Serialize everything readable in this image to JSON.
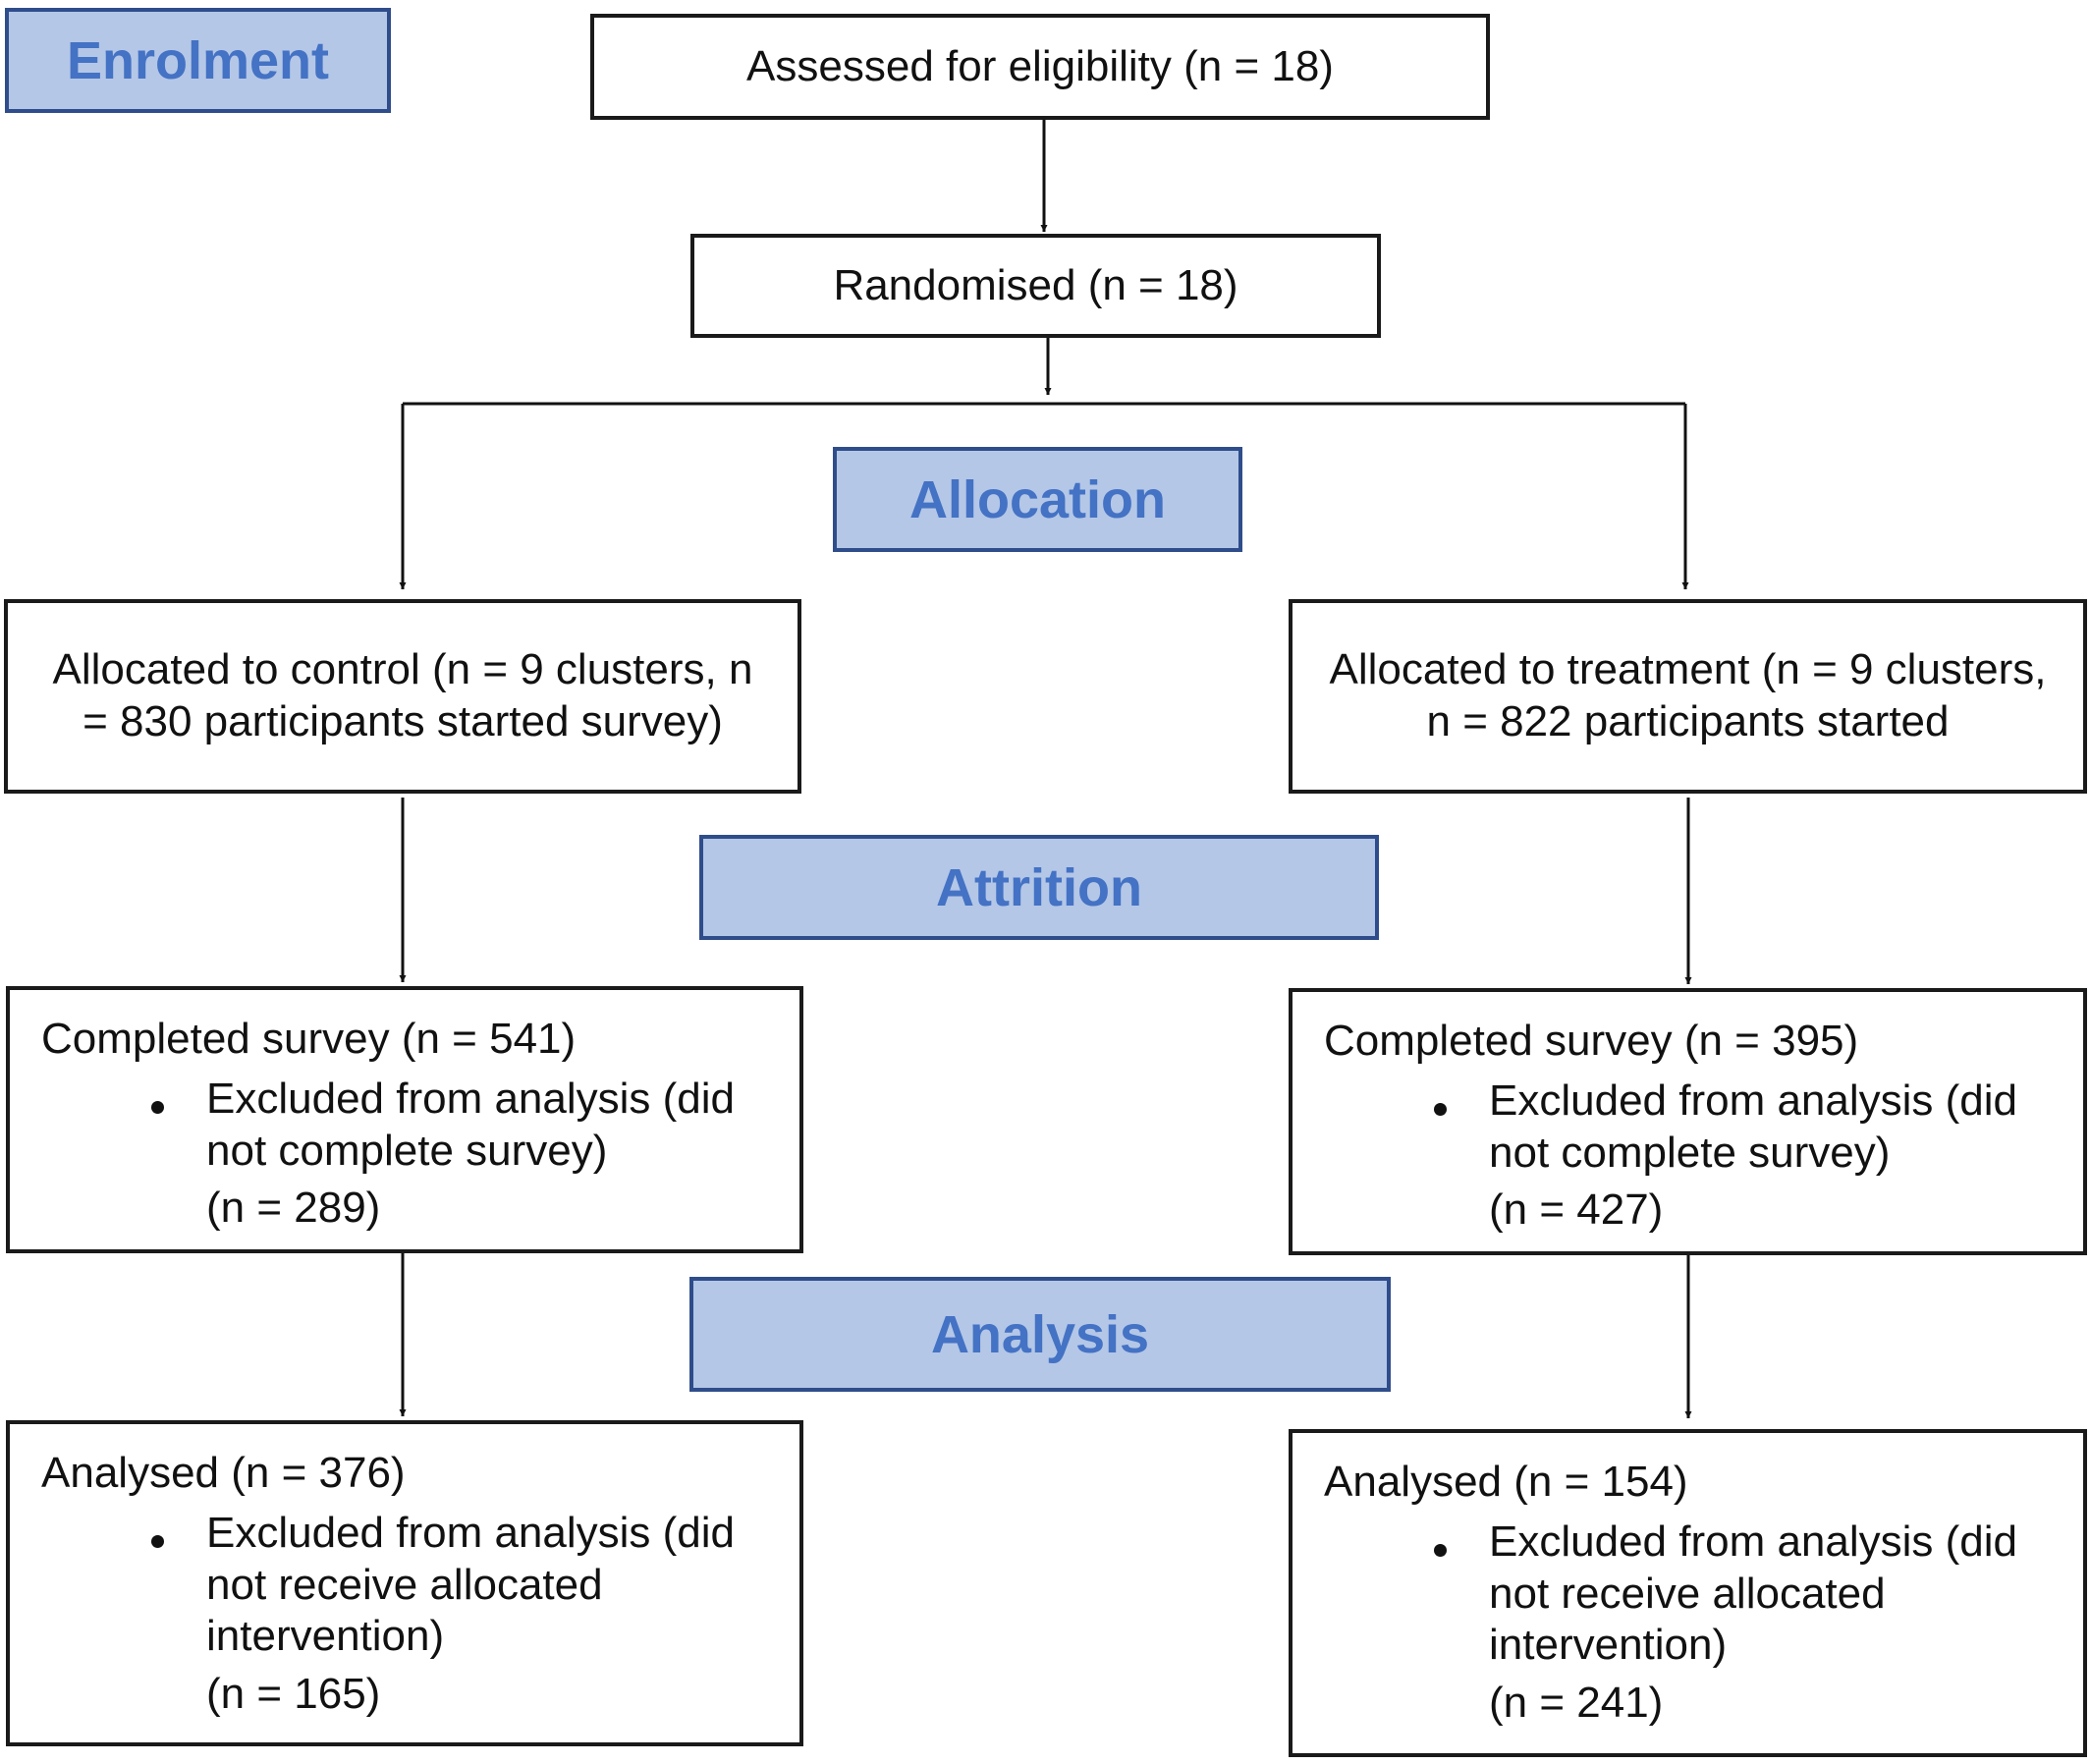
{
  "phases": {
    "enrolment": "Enrolment",
    "allocation": "Allocation",
    "attrition": "Attrition",
    "analysis": "Analysis"
  },
  "colors": {
    "phase_fill": "#b4c7e7",
    "phase_border": "#2f4d8a",
    "phase_text": "#4472c4",
    "box_border": "#1a1a1a"
  },
  "boxes": {
    "assessed": "Assessed for eligibility (n = 18)",
    "randomised": "Randomised (n = 18)",
    "alloc_control": "Allocated to control (n = 9 clusters, n = 830 participants started survey)",
    "alloc_treatment": "Allocated to treatment (n = 9 clusters, n = 822 participants started",
    "control_completed": {
      "title": "Completed survey (n = 541)",
      "bullet": "Excluded from analysis (did not complete survey)",
      "count": "(n = 289)"
    },
    "treatment_completed": {
      "title": "Completed survey (n = 395)",
      "bullet": "Excluded from analysis (did not complete survey)",
      "count": "(n = 427)"
    },
    "control_analysed": {
      "title": "Analysed (n = 376)",
      "bullet": "Excluded from analysis (did not receive allocated intervention)",
      "count": "(n = 165)"
    },
    "treatment_analysed": {
      "title": "Analysed (n = 154)",
      "bullet": "Excluded from analysis (did not receive allocated intervention)",
      "count": "(n = 241)"
    }
  }
}
